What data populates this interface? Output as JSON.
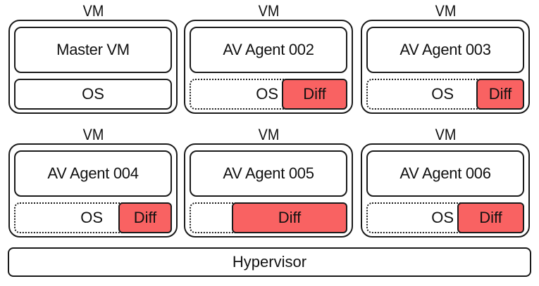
{
  "vms": [
    {
      "vm_label": "VM",
      "app": "Master VM",
      "os": "OS",
      "diff": ""
    },
    {
      "vm_label": "VM",
      "app": "AV Agent 002",
      "os": "OS",
      "diff": "Diff"
    },
    {
      "vm_label": "VM",
      "app": "AV Agent 003",
      "os": "OS",
      "diff": "Diff"
    },
    {
      "vm_label": "VM",
      "app": "AV Agent 004",
      "os": "OS",
      "diff": "Diff"
    },
    {
      "vm_label": "VM",
      "app": "AV Agent 005",
      "os": "",
      "diff": "Diff"
    },
    {
      "vm_label": "VM",
      "app": "AV Agent 006",
      "os": "OS",
      "diff": "Diff"
    }
  ],
  "hypervisor": {
    "label": "Hypervisor"
  },
  "colors": {
    "diff_fill": "#f96262",
    "stroke": "#1a1a1a"
  }
}
